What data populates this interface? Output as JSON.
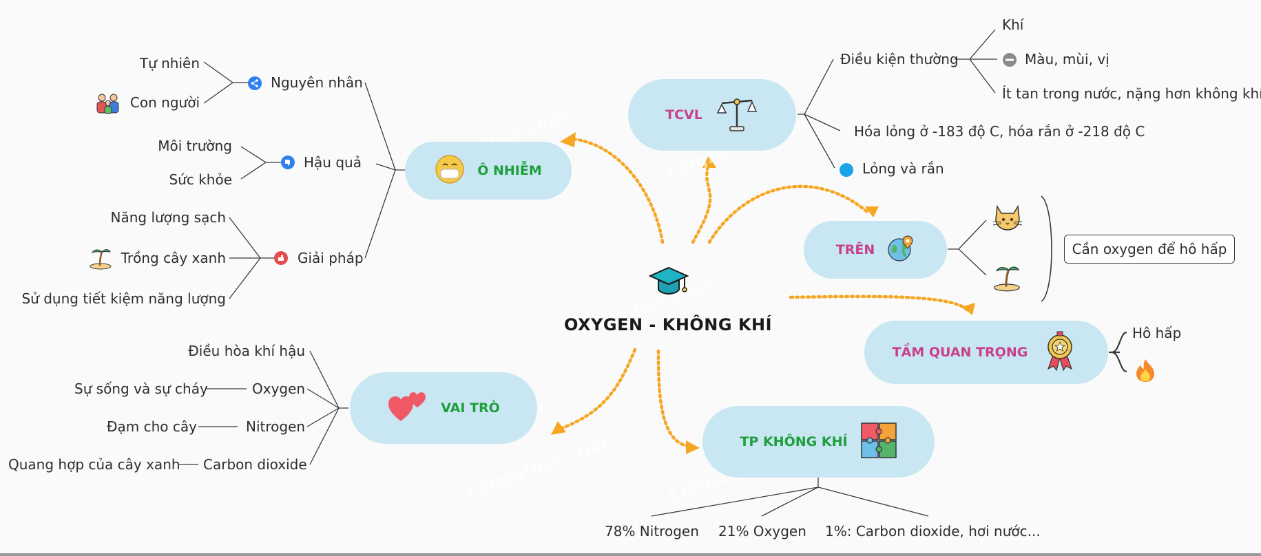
{
  "center": {
    "title": "OXYGEN - KHÔNG KHÍ",
    "icon": "graduation-cap-icon"
  },
  "o_nhiem": {
    "title": "Ô NHIỄM",
    "nguyen_nhan": {
      "label": "Nguyên nhân",
      "children": [
        "Tự nhiên",
        "Con người"
      ]
    },
    "hau_qua": {
      "label": "Hậu quả",
      "children": [
        "Môi trường",
        "Sức khỏe"
      ]
    },
    "giai_phap": {
      "label": "Giải pháp",
      "children": [
        "Năng lượng sạch",
        "Trồng cây xanh",
        "Sử dụng tiết kiệm năng lượng"
      ]
    }
  },
  "tcvl": {
    "title": "TCVL",
    "dieu_kien": {
      "label": "Điều kiện thường",
      "children": [
        "Khí",
        "Màu, mùi, vị",
        "Ít tan trong nước, nặng hơn không khí"
      ]
    },
    "hoa_long": "Hóa lỏng ở -183 độ C, hóa rắn ở -218 độ C",
    "long_ran": "Lỏng và rắn"
  },
  "tren": {
    "title": "TRÊN",
    "callout": "Cần oxygen để hô hấp"
  },
  "tam_quan_trong": {
    "title": "TẦM QUAN TRỌNG",
    "children": [
      "Hô hấp"
    ]
  },
  "vai_tro": {
    "title": "VAI TRÒ",
    "children": [
      "Điều hòa khí hậu",
      "Oxygen",
      "Nitrogen",
      "Carbon dioxide"
    ],
    "leaves": [
      "Sự sống và sự cháy",
      "Đạm cho cây",
      "Quang hợp của cây xanh"
    ]
  },
  "tp_khong_khi": {
    "title": "TP KHÔNG KHÍ",
    "children": [
      "78% Nitrogen",
      "21% Oxygen",
      "1%: Carbon dioxide, hơi nước..."
    ]
  },
  "watermark": "Loigiaihay.com",
  "colors": {
    "node_bg": "#c8e7f2",
    "pink": "#c9408a",
    "green": "#1d9e3b",
    "arrow": "#f5a623"
  }
}
